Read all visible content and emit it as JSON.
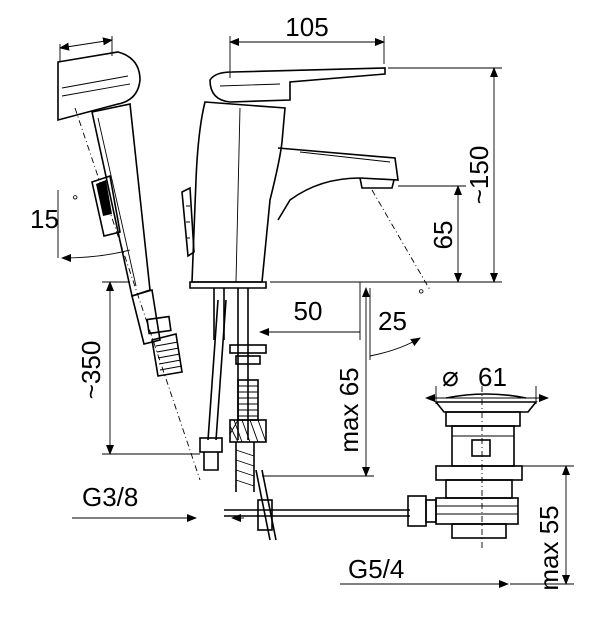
{
  "dimensions": {
    "width_top": "105",
    "height_total": "~150",
    "spout_height": "65",
    "spout_angle": "25",
    "angle_unit": "°",
    "spray_angle": "15",
    "hose_length": "~350",
    "spout_reach": "50",
    "shank_max": "max 65",
    "waste_diameter": "61",
    "diameter_symbol": "⌀",
    "waste_max": "max 55",
    "thread_supply": "G3/8",
    "thread_waste": "G5/4"
  }
}
